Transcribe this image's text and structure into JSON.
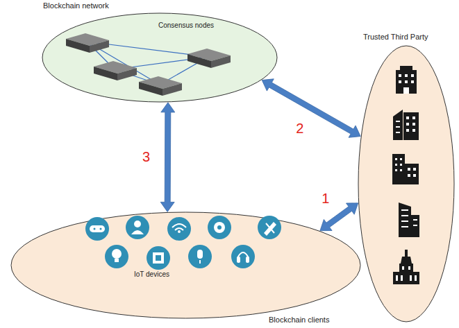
{
  "diagram": {
    "nodes": [
      {
        "text": [
          "Blockchain network",
          "Consensus nodes"
        ]
      },
      {
        "text": [
          "Trusted Third Party"
        ]
      },
      {
        "text": [
          "IoT devices",
          "Blockchain clients"
        ]
      }
    ],
    "edges": [
      {
        "from": 0,
        "to": 2,
        "arrow": "both",
        "label": "3"
      },
      {
        "from": 0,
        "to": 1,
        "arrow": "both",
        "label": "2"
      },
      {
        "from": 2,
        "to": 1,
        "arrow": "both",
        "label": "1"
      }
    ]
  }
}
